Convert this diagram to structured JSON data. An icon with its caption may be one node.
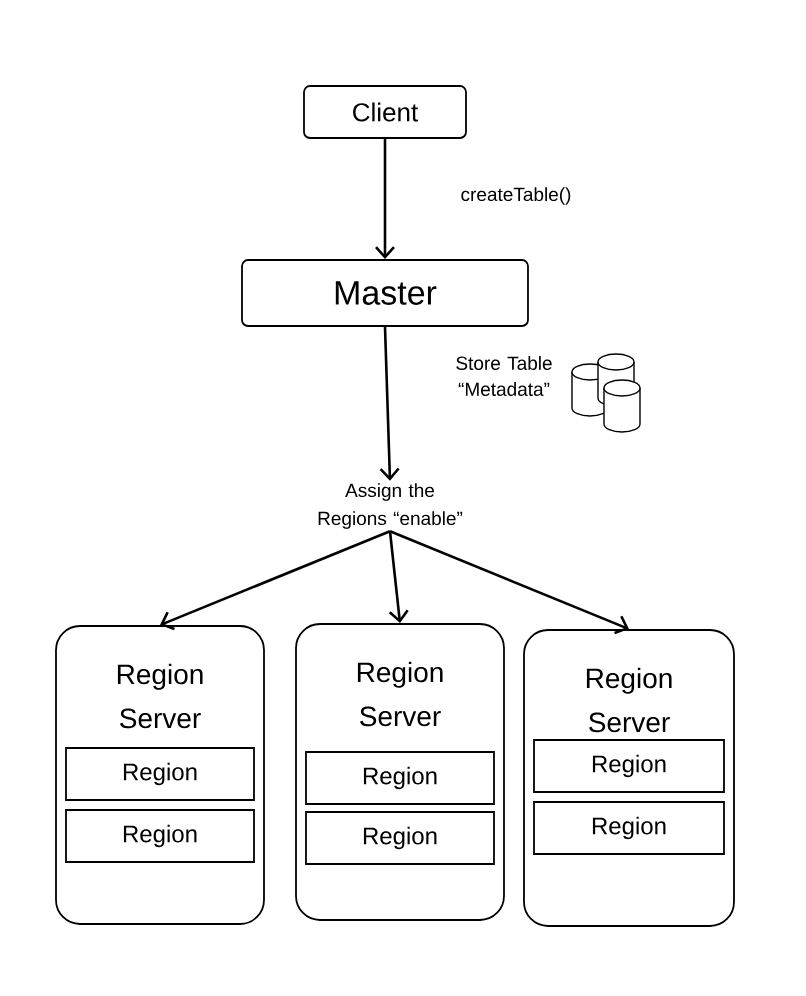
{
  "diagram": {
    "nodes": [
      {
        "text": [
          "Client"
        ]
      },
      {
        "text": [
          "Master"
        ]
      },
      {
        "text": [
          "Assign the Regions “enable”"
        ]
      },
      {
        "text": [
          "Region Server"
        ]
      },
      {
        "text": [
          "Region"
        ],
        "in": 3
      },
      {
        "text": [
          "Region"
        ],
        "in": 3
      },
      {
        "text": [
          "Region Server"
        ]
      },
      {
        "text": [
          "Region"
        ],
        "in": 6
      },
      {
        "text": [
          "Region"
        ],
        "in": 6
      },
      {
        "text": [
          "Region Server"
        ]
      },
      {
        "text": [
          "Region"
        ],
        "in": 9
      },
      {
        "text": [
          "Region"
        ],
        "in": 9
      }
    ],
    "edges": [
      {
        "from": 0,
        "to": 1,
        "arrow": "to",
        "label": "createTable()"
      },
      {
        "from": 1,
        "to": 2,
        "arrow": "to",
        "label": "Store Table “Metadata”"
      },
      {
        "from": 2,
        "to": 3,
        "arrow": "to"
      },
      {
        "from": 2,
        "to": 6,
        "arrow": "to"
      },
      {
        "from": 2,
        "to": 9,
        "arrow": "to"
      }
    ]
  }
}
